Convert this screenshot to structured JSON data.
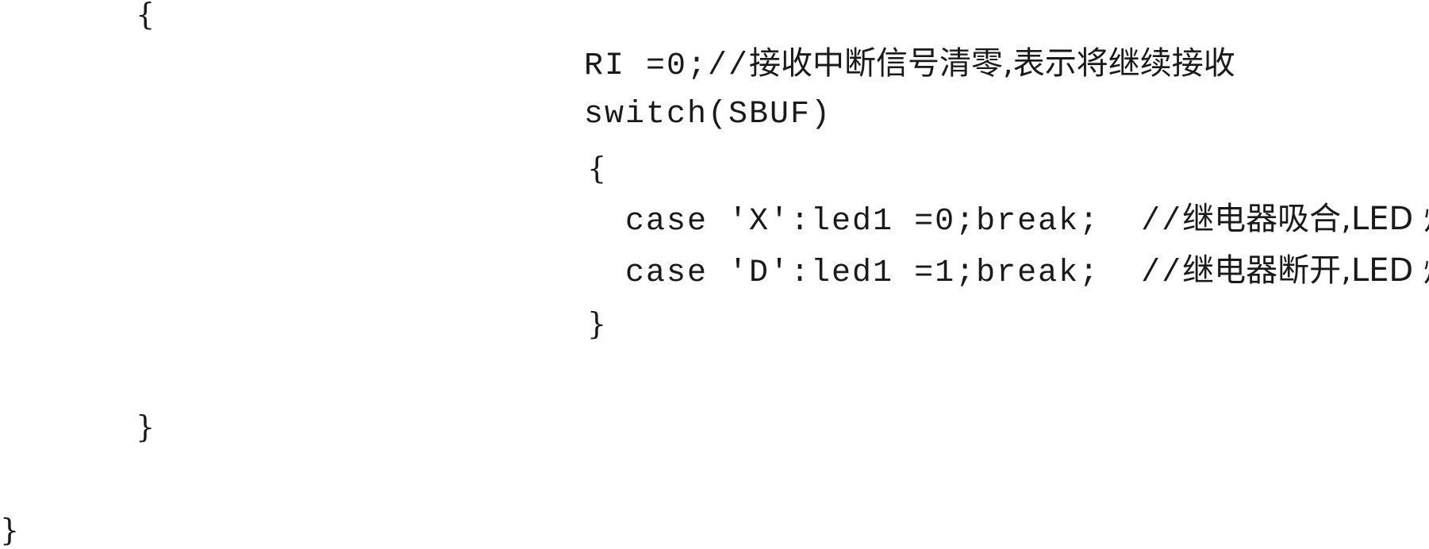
{
  "code": {
    "outer_open_brace": "{",
    "ri_stmt": "RI =0;//",
    "ri_comment": "接收中断信号清零,表示将继续接收",
    "switch_stmt": "switch(SBUF)",
    "switch_open_brace": "{",
    "case_x_stmt": "  case 'X':led1 =0;break;  //",
    "case_x_comment": "继电器吸合,LED 灯亮",
    "case_d_stmt": "  case 'D':led1 =1;break;  //",
    "case_d_comment": "继电器断开,LED 熄灭",
    "switch_close_brace": "}",
    "inner_close_brace": "}",
    "outer_close_brace": "}"
  }
}
